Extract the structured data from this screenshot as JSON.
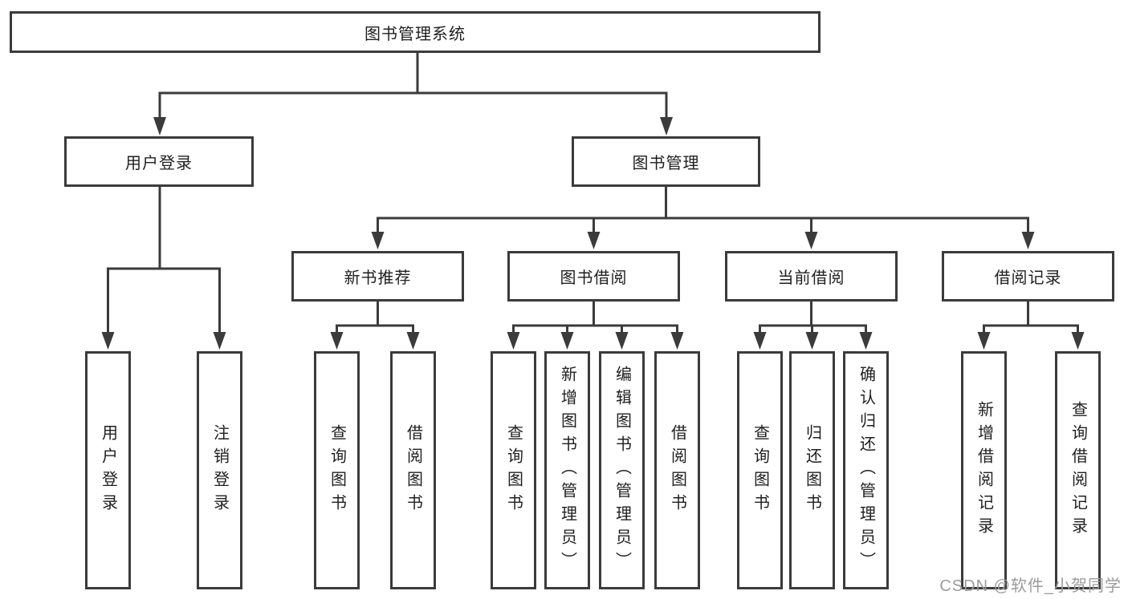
{
  "diagram": {
    "root": "图书管理系统",
    "level2": {
      "user_login": "用户登录",
      "book_mgmt": "图书管理"
    },
    "level3": {
      "new_books": "新书推荐",
      "book_borrow": "图书借阅",
      "current_borrow": "当前借阅",
      "borrow_records": "借阅记录"
    },
    "leaves": {
      "user_login": [
        "用户登录",
        "注销登录"
      ],
      "new_books": [
        "查询图书",
        "借阅图书"
      ],
      "book_borrow": [
        "查询图书",
        "新增图书（管理员）",
        "编辑图书（管理员）",
        "借阅图书"
      ],
      "current_borrow": [
        "查询图书",
        "归还图书",
        "确认归还（管理员）"
      ],
      "borrow_records": [
        "新增借阅记录",
        "查询借阅记录"
      ]
    }
  },
  "watermark": "CSDN @软件_小贺同学",
  "colors": {
    "line": "#3b3b3b",
    "text": "#1f1f1f",
    "background": "#ffffff",
    "watermark": "#9b9b9b"
  }
}
